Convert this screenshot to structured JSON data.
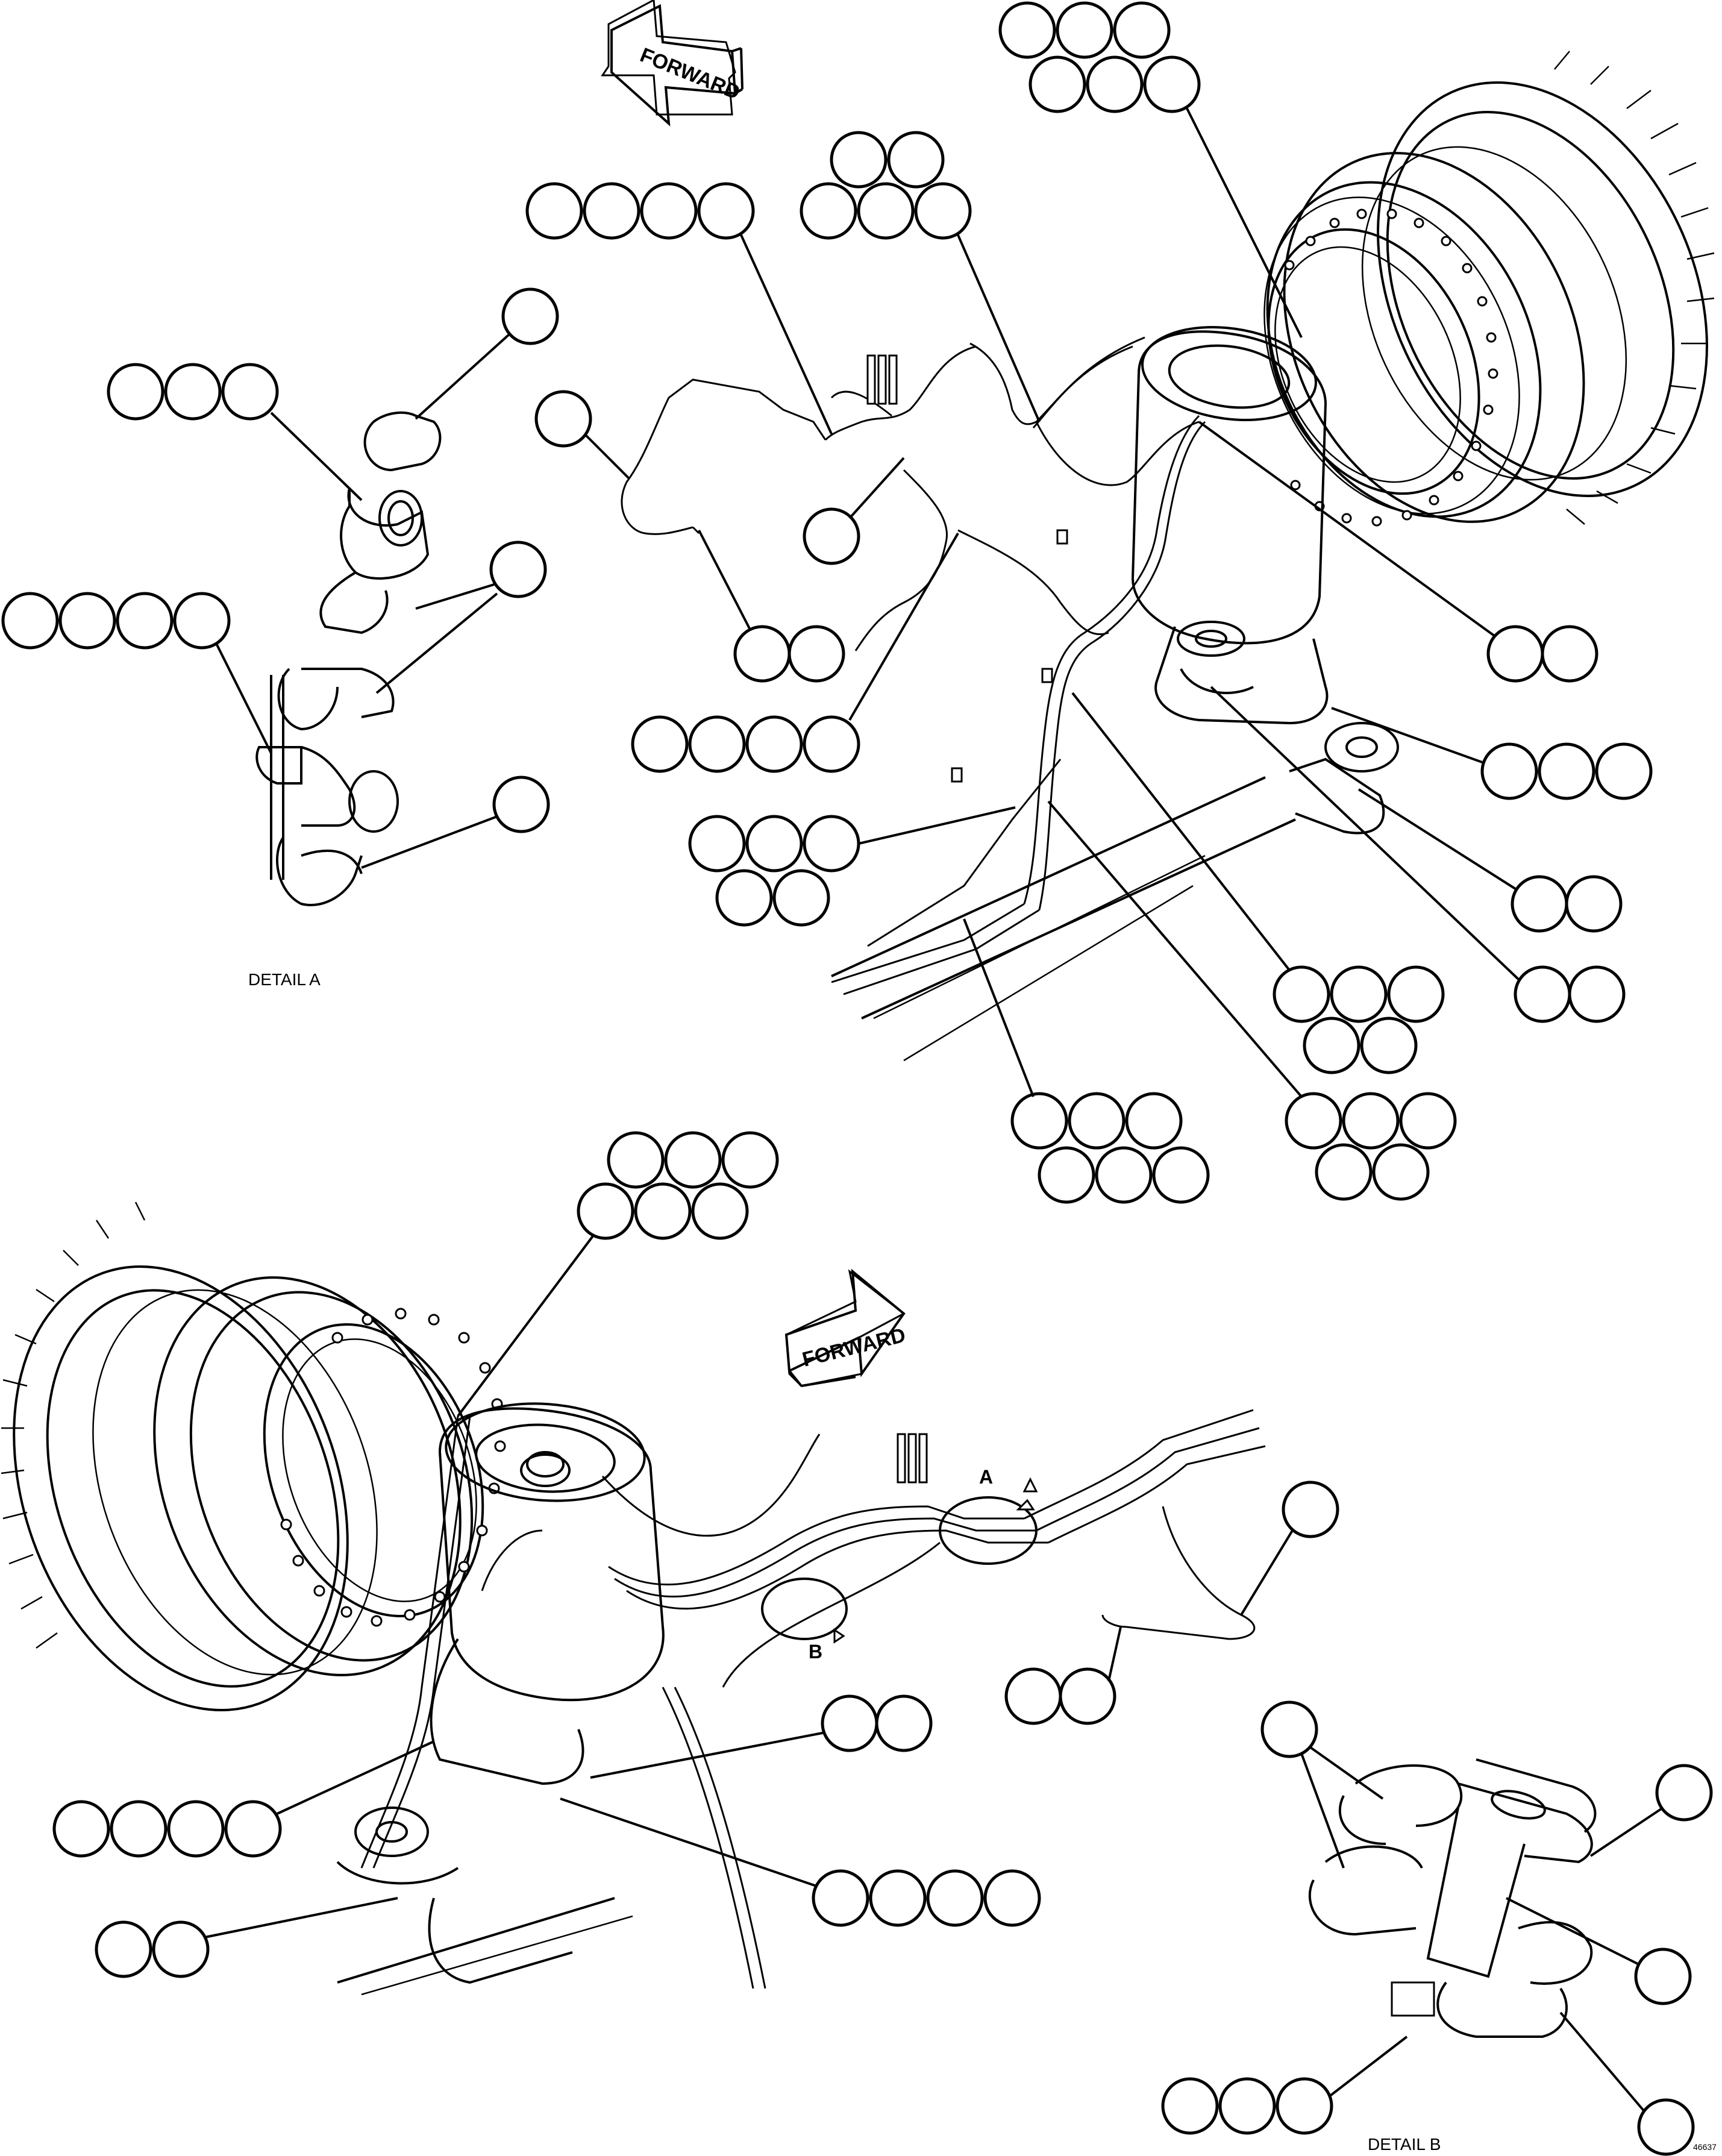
{
  "labels": {
    "forward_top": "FORWARD",
    "forward_bottom": "FORWARD",
    "detail_a": "DETAIL A",
    "detail_b": "DETAIL B",
    "view_a": "A",
    "view_b": "B",
    "sheet_code": "46637"
  },
  "colors": {
    "line": "#000000",
    "background": "#ffffff"
  },
  "icons": {
    "forward_arrow": "forward-arrow-icon",
    "callout_bubble": "callout-bubble"
  }
}
